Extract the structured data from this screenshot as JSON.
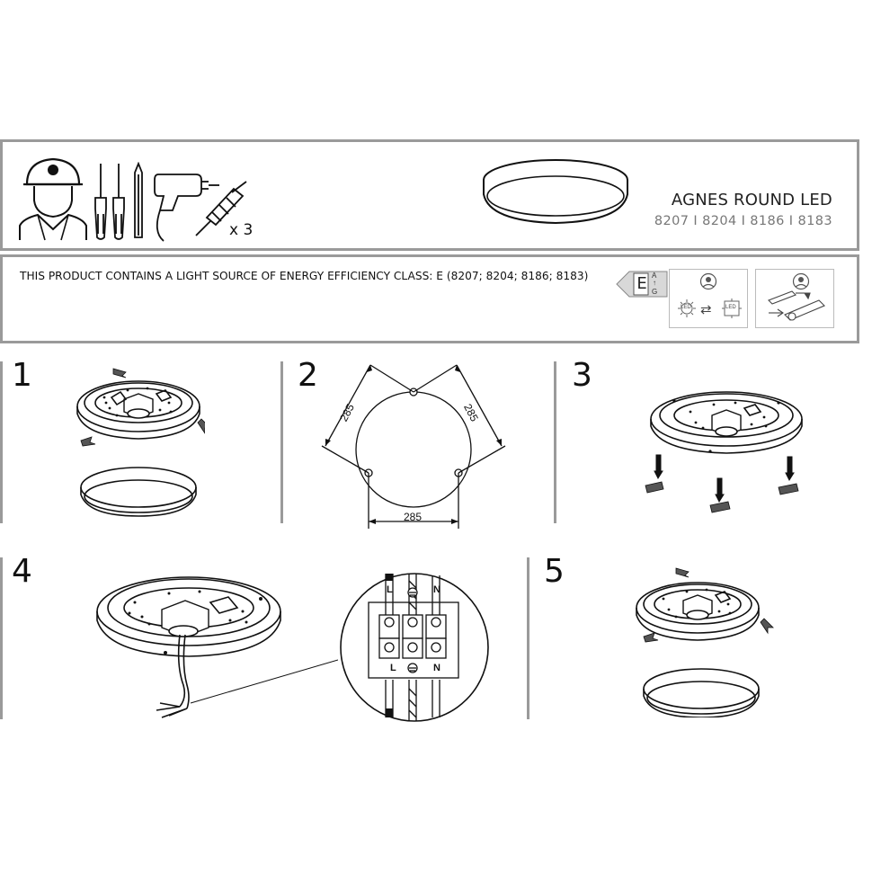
{
  "product": {
    "title": "AGNES ROUND LED",
    "codes": "8207 I 8204 I 8186 I 8183"
  },
  "tools": {
    "anchor_count": "x 3"
  },
  "energy": {
    "notice": "THIS PRODUCT CONTAINS A LIGHT SOURCE OF ENERGY EFFICIENCY CLASS: E (8207; 8204; 8186; 8183)",
    "class": "E",
    "scale_top": "A",
    "scale_arrow": "↑",
    "scale_bottom": "G",
    "led_label": "LED"
  },
  "steps": [
    {
      "number": "1"
    },
    {
      "number": "2",
      "dim_left": "285",
      "dim_right": "285",
      "dim_bottom": "285"
    },
    {
      "number": "3"
    },
    {
      "number": "4",
      "label_l": "L",
      "label_n": "N",
      "label_l2": "L",
      "label_n2": "N"
    },
    {
      "number": "5"
    }
  ]
}
